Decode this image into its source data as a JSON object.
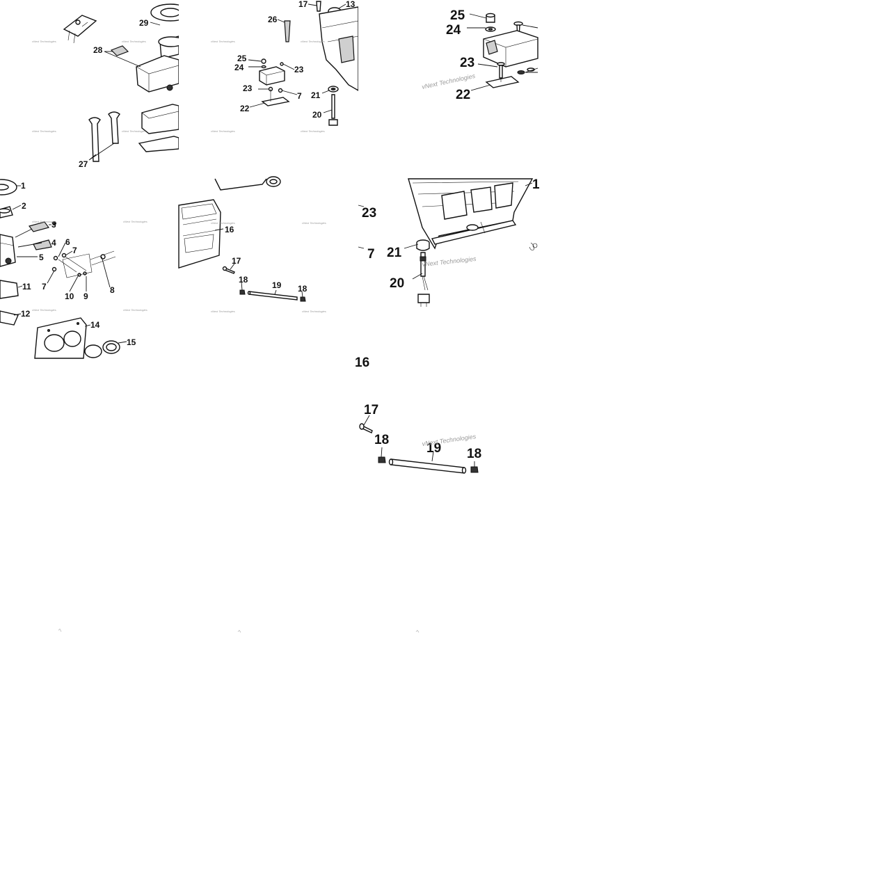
{
  "watermark": "vNext Technologies",
  "panels": {
    "p1": {
      "labels": [
        "29",
        "28",
        "27"
      ]
    },
    "p2": {
      "labels": [
        "17",
        "13",
        "26",
        "25",
        "24",
        "23",
        "23",
        "7",
        "22",
        "21",
        "20"
      ]
    },
    "p3": {
      "labels": [
        "25",
        "24",
        "23",
        "22"
      ]
    },
    "p4": {
      "labels": [
        "1",
        "2",
        "3",
        "4",
        "5",
        "6",
        "7",
        "7",
        "8",
        "9",
        "10",
        "11",
        "12",
        "14",
        "15"
      ]
    },
    "p5": {
      "labels": [
        "16",
        "17",
        "18",
        "19",
        "18"
      ]
    },
    "p6": {
      "labels": [
        "1",
        "23",
        "7",
        "21",
        "20"
      ]
    },
    "p7": {
      "labels": [
        "16",
        "17",
        "18",
        "19",
        "18"
      ]
    }
  }
}
